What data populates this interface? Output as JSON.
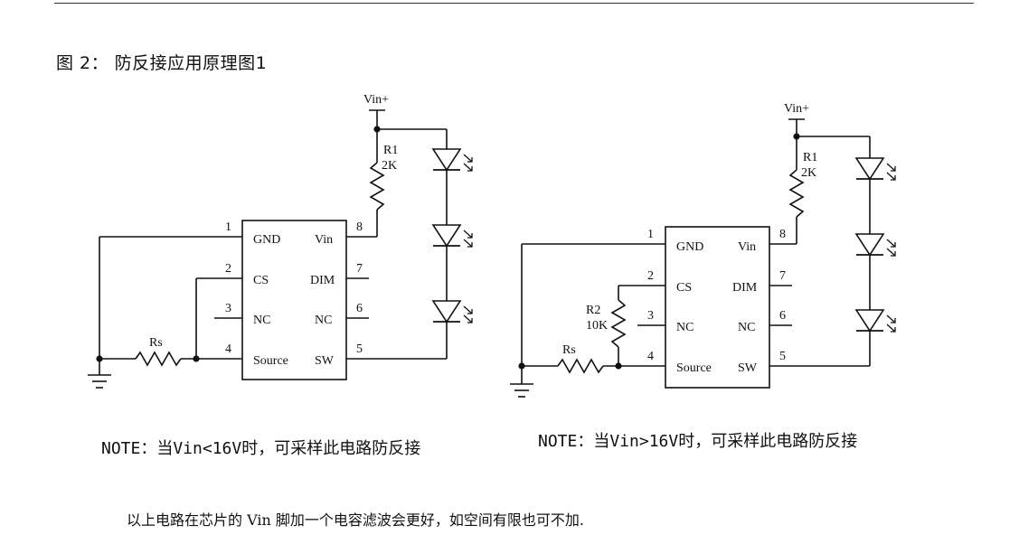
{
  "figure": {
    "title": "图 2： 防反接应用原理图1"
  },
  "circuits": [
    {
      "supply": "Vin+",
      "r1": {
        "name": "R1",
        "value": "2K"
      },
      "rs": "Rs",
      "pins": {
        "gnd": {
          "num": "1",
          "label": "GND"
        },
        "cs": {
          "num": "2",
          "label": "CS"
        },
        "nc_left": {
          "num": "3",
          "label": "NC"
        },
        "source": {
          "num": "4",
          "label": "Source"
        },
        "vin": {
          "num": "8",
          "label": "Vin"
        },
        "dim": {
          "num": "7",
          "label": "DIM"
        },
        "nc_right": {
          "num": "6",
          "label": "NC"
        },
        "sw": {
          "num": "5",
          "label": "SW"
        }
      },
      "note": "NOTE：当Vin<16V时，可采样此电路防反接"
    },
    {
      "supply": "Vin+",
      "r1": {
        "name": "R1",
        "value": "2K"
      },
      "r2": {
        "name": "R2",
        "value": "10K"
      },
      "rs": "Rs",
      "pins": {
        "gnd": {
          "num": "1",
          "label": "GND"
        },
        "cs": {
          "num": "2",
          "label": "CS"
        },
        "nc_left": {
          "num": "3",
          "label": "NC"
        },
        "source": {
          "num": "4",
          "label": "Source"
        },
        "vin": {
          "num": "8",
          "label": "Vin"
        },
        "dim": {
          "num": "7",
          "label": "DIM"
        },
        "nc_right": {
          "num": "6",
          "label": "NC"
        },
        "sw": {
          "num": "5",
          "label": "SW"
        }
      },
      "note": "NOTE：当Vin>16V时，可采样此电路防反接"
    }
  ],
  "footer": {
    "text": "以上电路在芯片的 Vin 脚加一个电容滤波会更好，如空间有限也可不加."
  },
  "colors": {
    "ink": "#111111",
    "rule": "#333333"
  },
  "icons": [
    "resistor-icon",
    "led-icon",
    "ground-icon",
    "junction-dot-icon"
  ]
}
